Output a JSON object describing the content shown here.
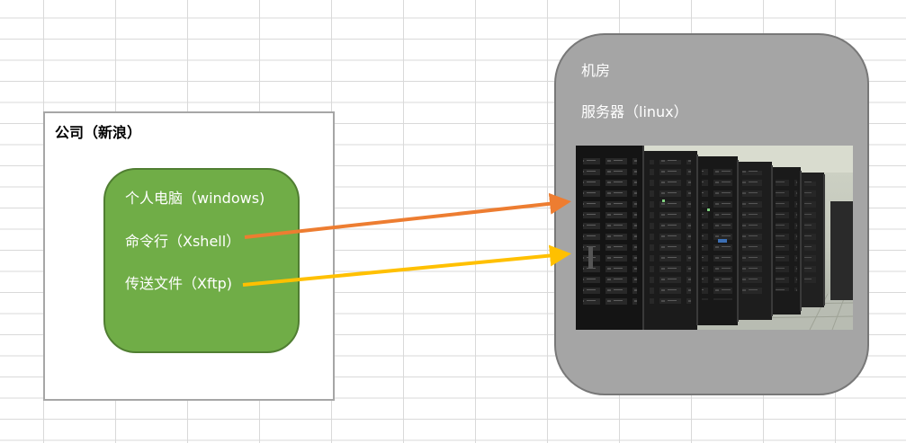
{
  "company": {
    "title": "公司（新浪）"
  },
  "pc": {
    "title": "个人电脑（windows)",
    "cmd": "命令行（Xshell）",
    "transfer": "传送文件（Xftp)",
    "color": "#70ad47"
  },
  "room": {
    "title": "机房",
    "server": "服务器（linux）",
    "color": "#a5a5a5"
  },
  "arrows": {
    "xshell_color": "#ed7d31",
    "xftp_color": "#ffc000"
  }
}
